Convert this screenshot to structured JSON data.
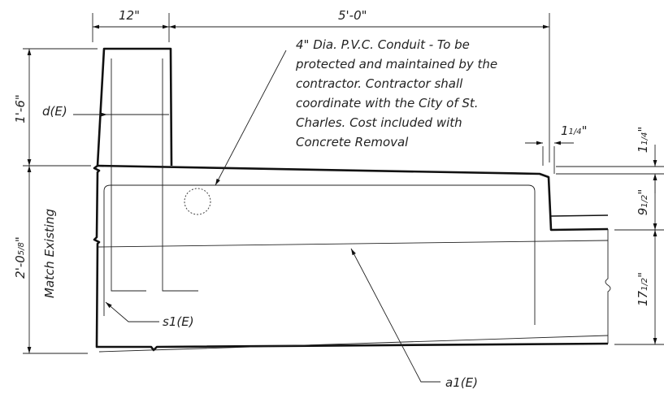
{
  "dimensions": {
    "top_width": "12\"",
    "top_span": "5'-0\"",
    "curb_height": "1'-6\"",
    "overall_height": "2'-0",
    "overall_height_frac": "5/8",
    "match_existing": "Match Existing",
    "drop": "1",
    "drop_frac": "1/4",
    "right_1": "1",
    "right_1_frac": "1/4",
    "right_2": "9",
    "right_2_frac": "1/2",
    "right_3": "17",
    "right_3_frac": "1/2"
  },
  "labels": {
    "d_e": "d(E)",
    "s1_e": "s1(E)",
    "a1_e": "a1(E)"
  },
  "note": {
    "lines": [
      "4\" Dia. P.V.C. Conduit - To be",
      "protected and maintained by the",
      "contractor. Contractor shall",
      "coordinate with the City of St.",
      "Charles. Cost included with",
      "Concrete Removal"
    ]
  }
}
